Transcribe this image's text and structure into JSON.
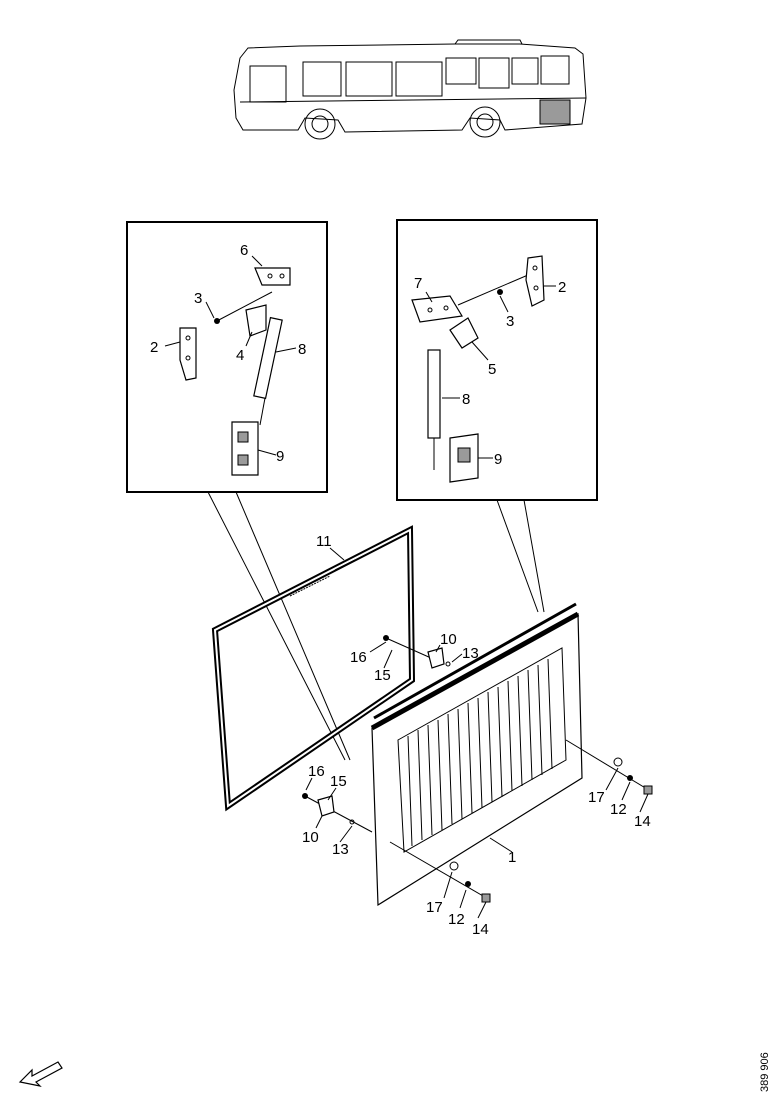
{
  "drawing_ref": "389 906",
  "callouts": {
    "left_box": [
      {
        "id": "lb-6",
        "text": "6"
      },
      {
        "id": "lb-3",
        "text": "3"
      },
      {
        "id": "lb-2",
        "text": "2"
      },
      {
        "id": "lb-4",
        "text": "4"
      },
      {
        "id": "lb-8",
        "text": "8"
      },
      {
        "id": "lb-9",
        "text": "9"
      }
    ],
    "right_box": [
      {
        "id": "rb-7",
        "text": "7"
      },
      {
        "id": "rb-2",
        "text": "2"
      },
      {
        "id": "rb-3",
        "text": "3"
      },
      {
        "id": "rb-5",
        "text": "5"
      },
      {
        "id": "rb-8",
        "text": "8"
      },
      {
        "id": "rb-9",
        "text": "9"
      }
    ],
    "main": [
      {
        "id": "m-11",
        "text": "11"
      },
      {
        "id": "m-16a",
        "text": "16"
      },
      {
        "id": "m-15a",
        "text": "15"
      },
      {
        "id": "m-10a",
        "text": "10"
      },
      {
        "id": "m-13a",
        "text": "13"
      },
      {
        "id": "m-16b",
        "text": "16"
      },
      {
        "id": "m-15b",
        "text": "15"
      },
      {
        "id": "m-10b",
        "text": "10"
      },
      {
        "id": "m-13b",
        "text": "13"
      },
      {
        "id": "m-1",
        "text": "1"
      },
      {
        "id": "m-17a",
        "text": "17"
      },
      {
        "id": "m-12a",
        "text": "12"
      },
      {
        "id": "m-14a",
        "text": "14"
      },
      {
        "id": "m-17b",
        "text": "17"
      },
      {
        "id": "m-12b",
        "text": "12"
      },
      {
        "id": "m-14b",
        "text": "14"
      }
    ]
  }
}
